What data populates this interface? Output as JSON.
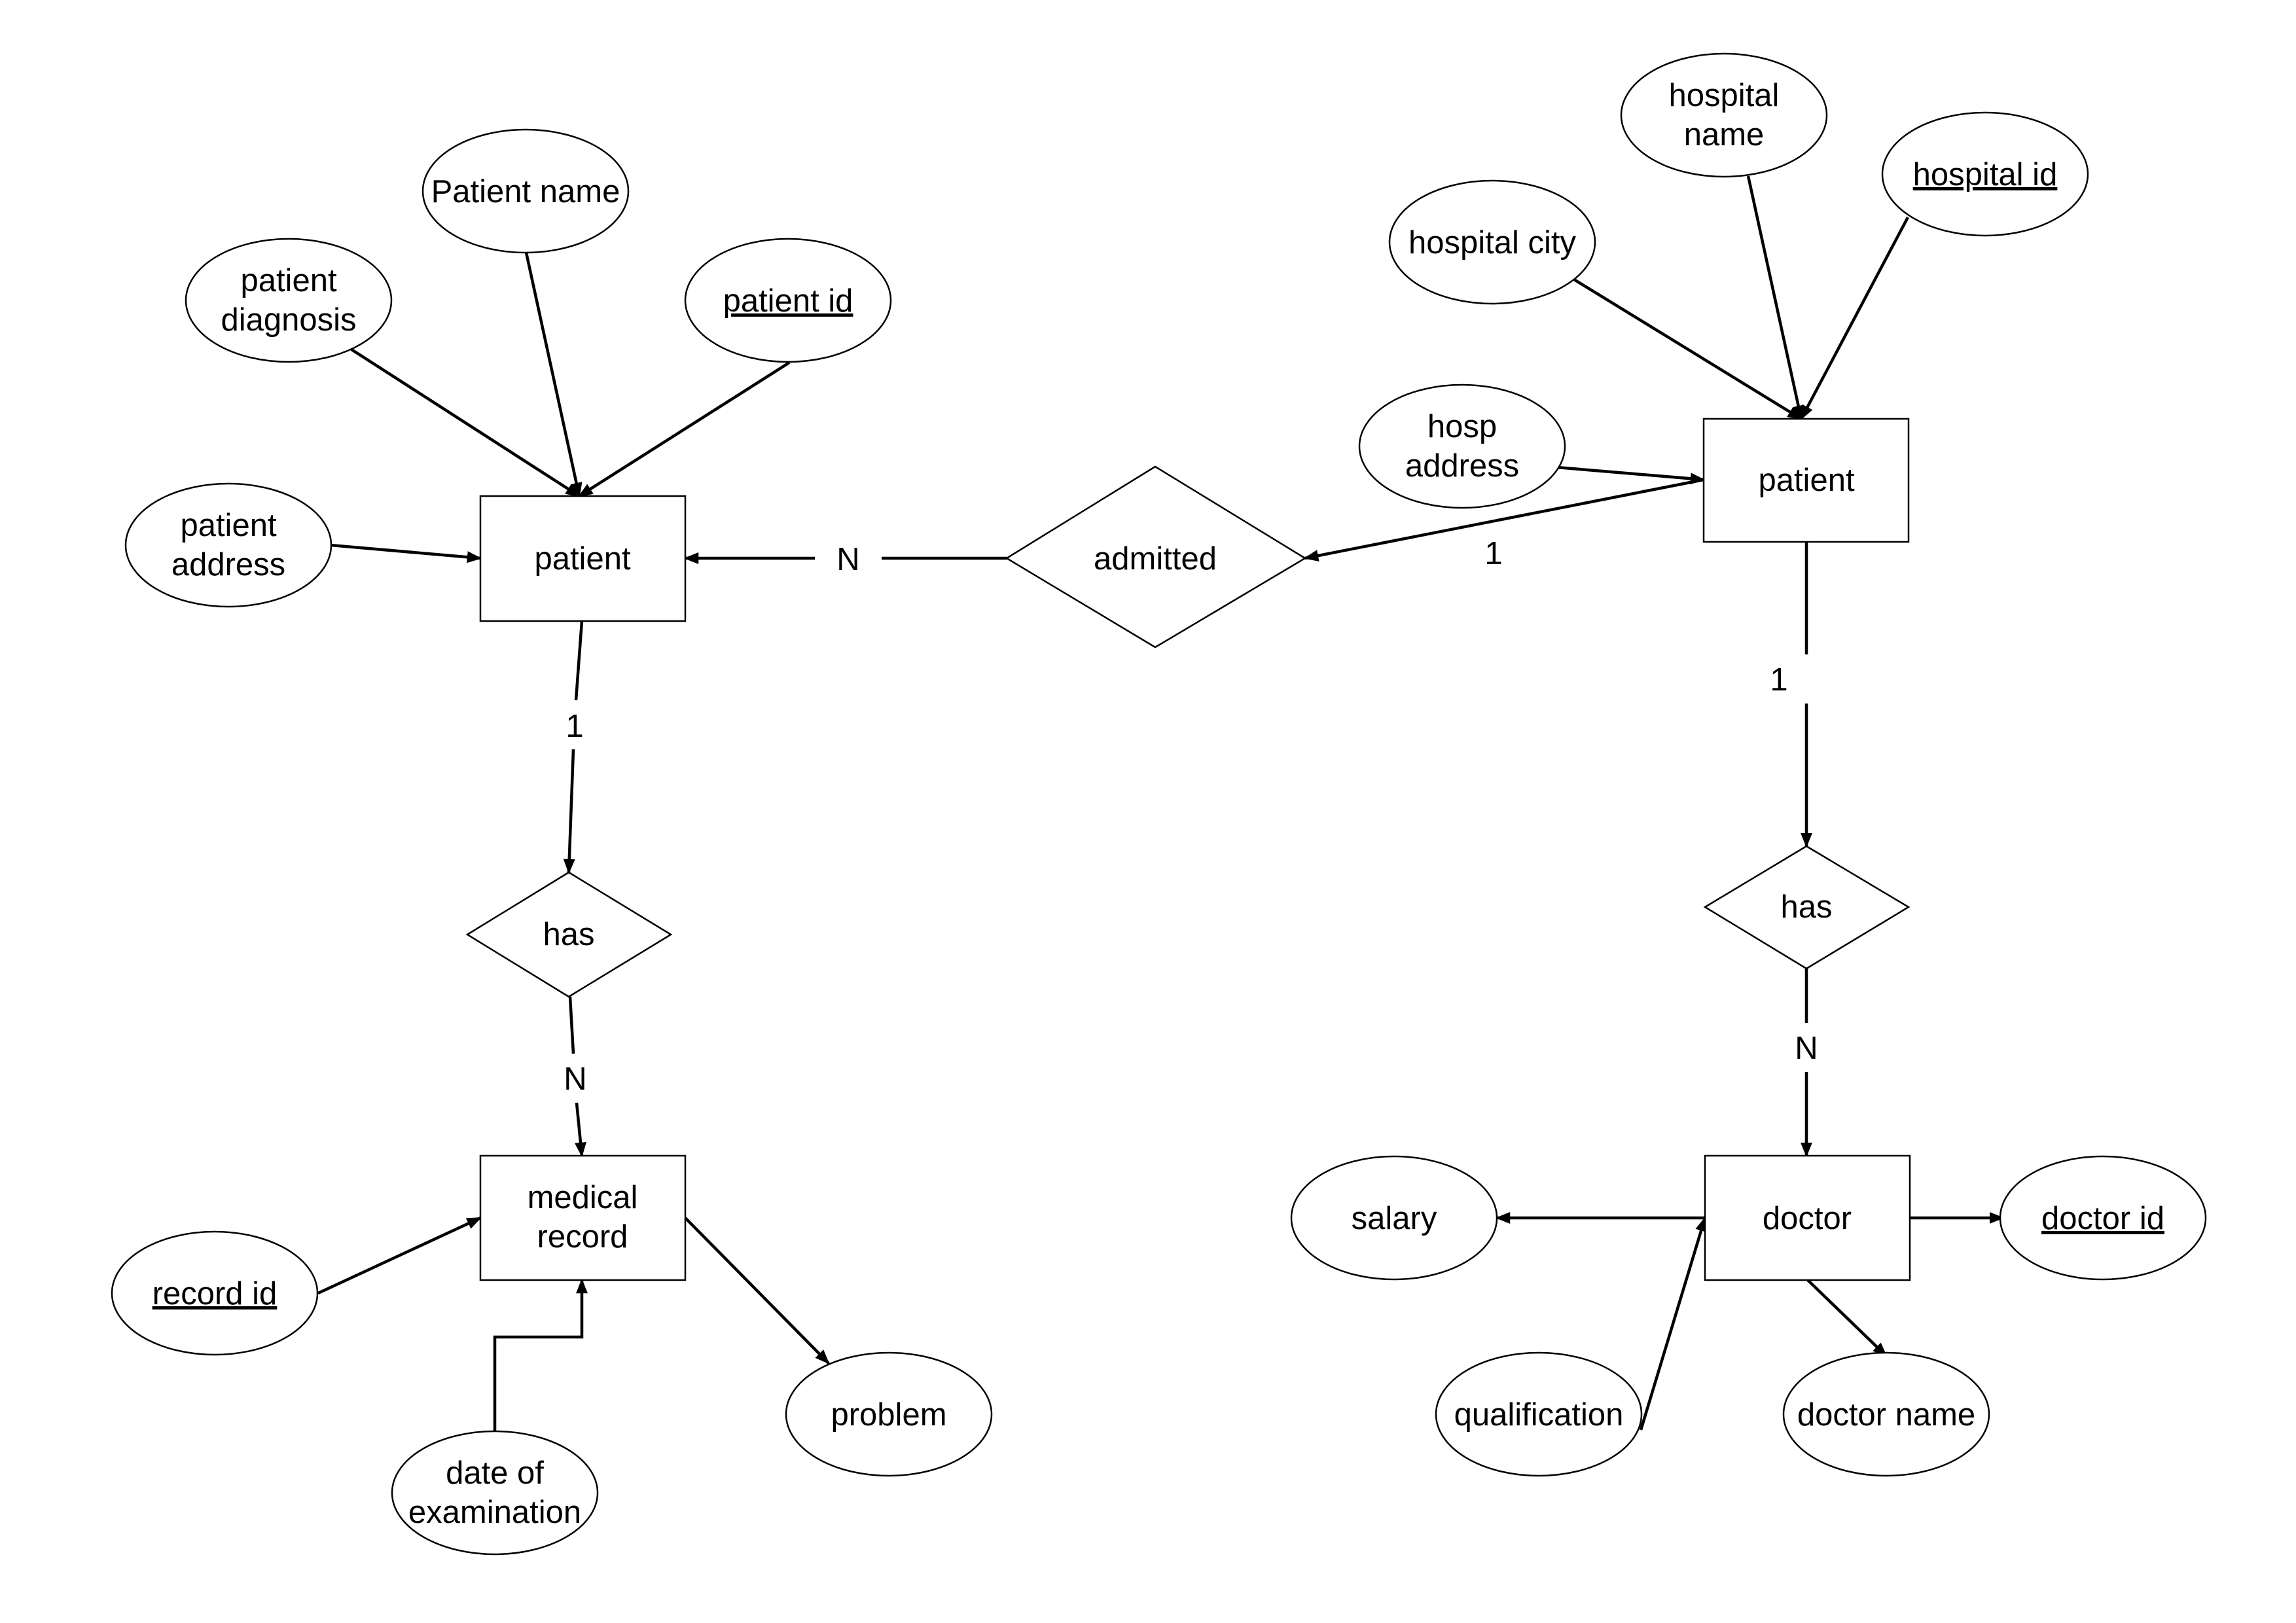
{
  "entities": {
    "patient": "patient",
    "hospital": "patient",
    "medical_record": [
      "medical",
      "record"
    ],
    "doctor": "doctor"
  },
  "relationships": {
    "admitted": "admitted",
    "has_record": "has",
    "has_doctor": "has"
  },
  "attributes": {
    "patient_name": "Patient name",
    "patient_diagnosis": [
      "patient",
      "diagnosis"
    ],
    "patient_id": "patient id",
    "patient_address": [
      "patient",
      "address"
    ],
    "hospital_name": [
      "hospital",
      "name"
    ],
    "hospital_id": "hospital id",
    "hospital_city": "hospital city",
    "hosp_address": [
      "hosp",
      "address"
    ],
    "record_id": "record id",
    "date_of_examination": [
      "date of",
      "examination"
    ],
    "problem": "problem",
    "salary": "salary",
    "doctor_id": "doctor id",
    "qualification": "qualification",
    "doctor_name": "doctor name"
  },
  "cardinalities": {
    "patient_admitted": "N",
    "admitted_hospital": "1",
    "patient_has": "1",
    "has_record": "N",
    "hospital_has": "1",
    "has_doctor": "N"
  }
}
